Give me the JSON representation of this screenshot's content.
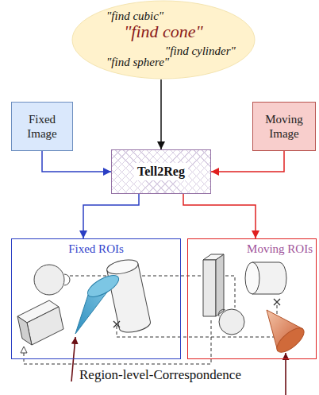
{
  "diagram": {
    "nodes": [
      {
        "text": [
          "\"find cubic\"",
          "\"find cone\"",
          "\"find cylinder\"",
          "\"find sphere\""
        ]
      },
      {
        "text": [
          "Fixed Image"
        ]
      },
      {
        "text": [
          "Moving Image"
        ]
      },
      {
        "text": [
          "Tell2Reg"
        ]
      },
      {
        "text": [
          "Fixed ROIs"
        ]
      },
      {
        "text": [
          "Moving ROIs"
        ]
      }
    ],
    "edges": [
      {
        "from": 0,
        "to": 3,
        "arrow": "to"
      },
      {
        "from": 1,
        "to": 3,
        "arrow": "to"
      },
      {
        "from": 2,
        "to": 3,
        "arrow": "to"
      },
      {
        "from": 3,
        "to": 4,
        "arrow": "to"
      },
      {
        "from": 3,
        "to": 5,
        "arrow": "to"
      }
    ],
    "labels": [
      "Region-level-Correspondence"
    ]
  }
}
